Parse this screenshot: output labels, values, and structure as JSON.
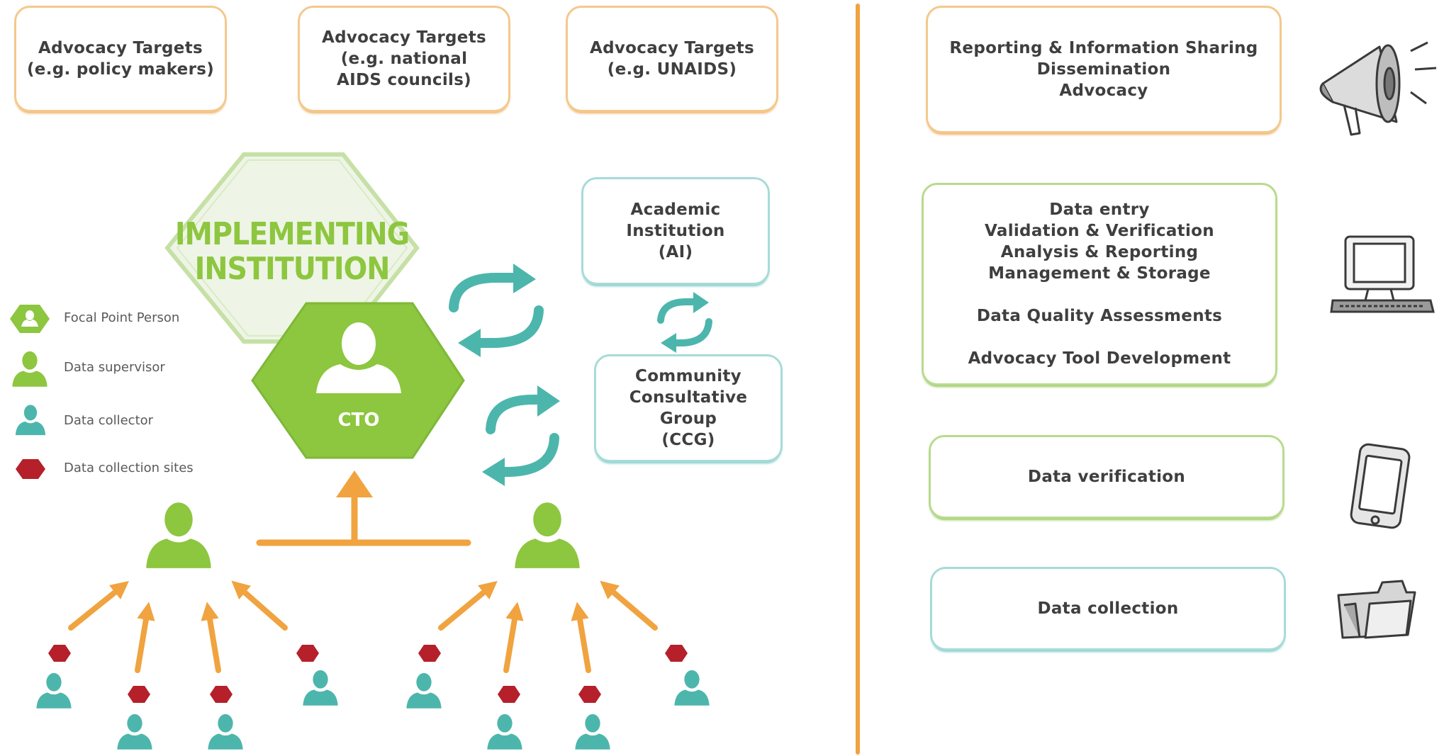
{
  "targets": [
    {
      "label": "Advocacy Targets\n(e.g. policy makers)"
    },
    {
      "label": "Advocacy Targets\n(e.g. national\nAIDS councils)"
    },
    {
      "label": "Advocacy Targets\n(e.g. UNAIDS)"
    }
  ],
  "hexagon": {
    "line1": "IMPLEMENTING",
    "line2": "INSTITUTION"
  },
  "cto": {
    "label": "CTO"
  },
  "academic": {
    "label": "Academic\nInstitution\n(AI)"
  },
  "ccg": {
    "label": "Community\nConsultative\nGroup\n(CCG)"
  },
  "legend": [
    {
      "label": "Focal Point Person",
      "icon": "focal-point-hexagon-icon"
    },
    {
      "label": "Data supervisor",
      "icon": "supervisor-person-icon"
    },
    {
      "label": "Data collector",
      "icon": "collector-person-icon"
    },
    {
      "label": "Data collection sites",
      "icon": "site-hexagon-icon"
    }
  ],
  "right_panel": {
    "reporting": "Reporting & Information Sharing\nDissemination\nAdvocacy",
    "management_lines": [
      "Data entry",
      "Validation & Verification",
      "Analysis & Reporting",
      "Management & Storage",
      "Data Quality Assessments",
      "Advocacy Tool Development"
    ],
    "verification": "Data verification",
    "collection": "Data collection"
  },
  "colors": {
    "orange": "#f0a33f",
    "green": "#8dc63f",
    "teal": "#4db6ac",
    "red": "#b5202b",
    "pale_green": "#eef5e6"
  },
  "icons": [
    "megaphone-icon",
    "computer-icon",
    "smartphone-icon",
    "folder-icon"
  ]
}
